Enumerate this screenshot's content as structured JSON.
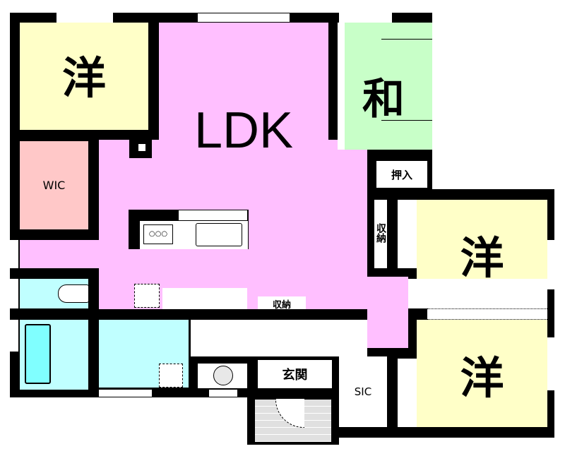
{
  "rooms": {
    "western_1": "洋",
    "ldk": "LDK",
    "japanese": "和",
    "oshiire": "押入",
    "wic": "WIC",
    "storage_vertical": "収納",
    "storage_horizontal": "収納",
    "western_2": "洋",
    "western_3": "洋",
    "genkan": "玄関",
    "sic": "SIC"
  },
  "colors": {
    "western": "#ffffc8",
    "ldk": "#ffbfff",
    "japanese": "#c8ffc8",
    "wic": "#ffc8c8",
    "wet": "#c0ffff",
    "tub": "#80ffff",
    "tile": "#e0e0e0"
  }
}
